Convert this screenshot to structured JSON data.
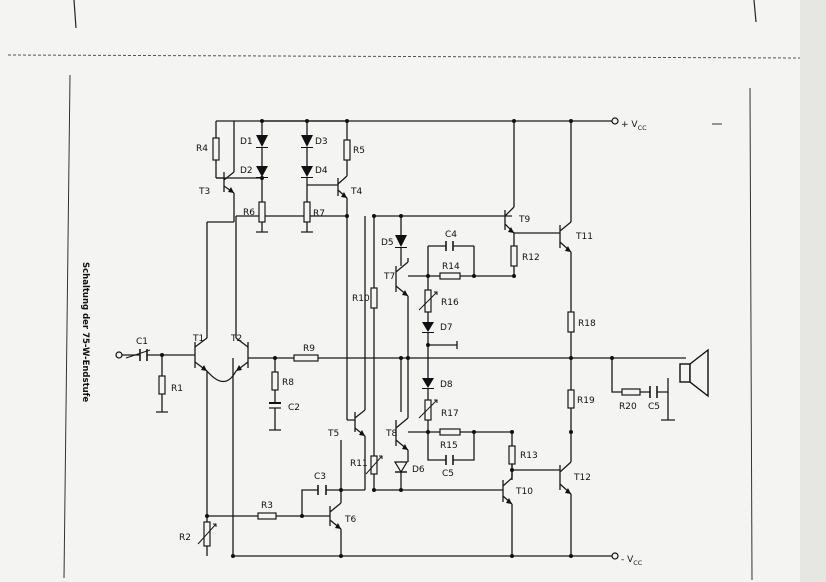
{
  "side_title": "Schaltung der 75-W-Endstufe",
  "supply": {
    "pos": {
      "main": "+ V",
      "sub": "CC"
    },
    "neg": {
      "main": "- V",
      "sub": "CC"
    }
  },
  "components": {
    "C1": "C1",
    "R1": "R1",
    "T1": "T1",
    "T2": "T2",
    "R2": "R2",
    "R3": "R3",
    "R4": "R4",
    "D1": "D1",
    "D2": "D2",
    "T3": "T3",
    "R6": "R6",
    "D3": "D3",
    "D4": "D4",
    "R7": "R7",
    "R5": "R5",
    "T4": "T4",
    "R8": "R8",
    "C2": "C2",
    "R9": "R9",
    "R10": "R10",
    "D5": "D5",
    "T7": "T7",
    "C4": "C4",
    "R14": "R14",
    "R16": "R16",
    "D7": "D7",
    "D8": "D8",
    "R17": "R17",
    "T8": "T8",
    "R15": "R15",
    "C5a": "C5",
    "D6": "D6",
    "R11": "R11",
    "T5": "T5",
    "C3": "C3",
    "T6": "T6",
    "T9": "T9",
    "R12": "R12",
    "T11": "T11",
    "R18": "R18",
    "R19": "R19",
    "R13": "R13",
    "T10": "T10",
    "T12": "T12",
    "R20": "R20",
    "C5b": "C5"
  }
}
